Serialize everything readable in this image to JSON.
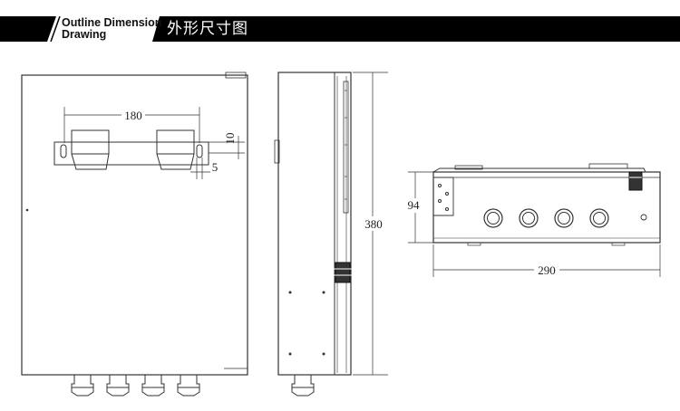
{
  "header": {
    "title_en_line1": "Outline Dimension",
    "title_en_line2": "Drawing",
    "title_cn": "外形尺寸图"
  },
  "dimensions": {
    "front_hole_spacing": "180",
    "front_bracket_height": "10",
    "front_slot_width": "5",
    "side_height": "380",
    "bottom_depth": "94",
    "bottom_width": "290"
  },
  "colors": {
    "header_band": "#000000",
    "title_text_cn": "#ffffff",
    "line": "#333333"
  }
}
